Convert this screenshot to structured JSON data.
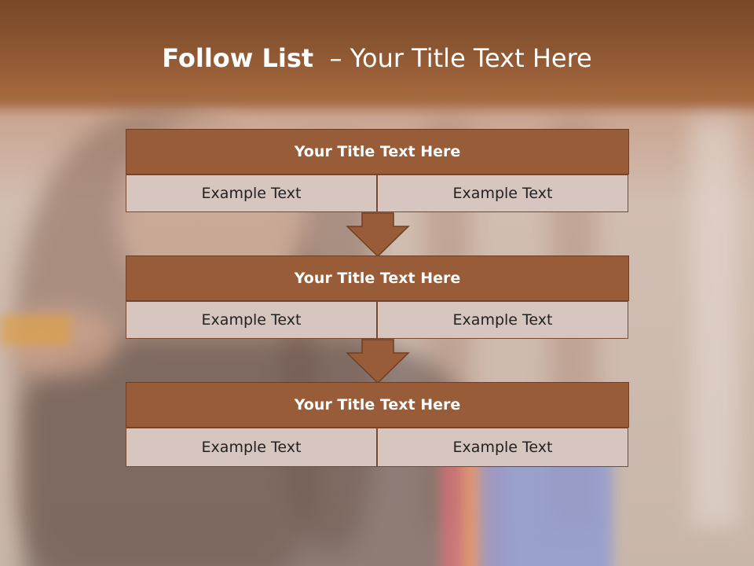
{
  "slide": {
    "title_bold": "Follow List",
    "title_rest": "– Your Title Text Here",
    "colors": {
      "accent": "#985c38",
      "cell": "#d7c5bf",
      "top_band": "#8c5632"
    }
  },
  "blocks": [
    {
      "title": "Your Title Text Here",
      "left": "Example Text",
      "right": "Example Text"
    },
    {
      "title": "Your Title Text Here",
      "left": "Example Text",
      "right": "Example Text"
    },
    {
      "title": "Your Title Text Here",
      "left": "Example Text",
      "right": "Example Text"
    }
  ]
}
